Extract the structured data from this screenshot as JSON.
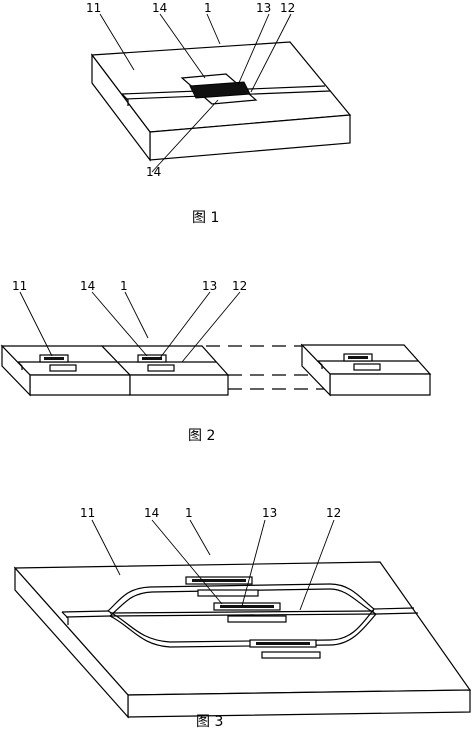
{
  "figures": [
    {
      "caption": "图 1",
      "labels": {
        "substrate": "11",
        "device": "1",
        "film": "13",
        "waveguide": "12",
        "electrode_top": "14",
        "electrode_bottom": "14"
      }
    },
    {
      "caption": "图 2",
      "labels": {
        "substrate": "11",
        "electrode": "14",
        "device": "1",
        "film": "13",
        "waveguide": "12"
      }
    },
    {
      "caption": "图 3",
      "labels": {
        "substrate": "11",
        "electrode": "14",
        "device": "1",
        "film": "13",
        "waveguide": "12"
      }
    }
  ]
}
